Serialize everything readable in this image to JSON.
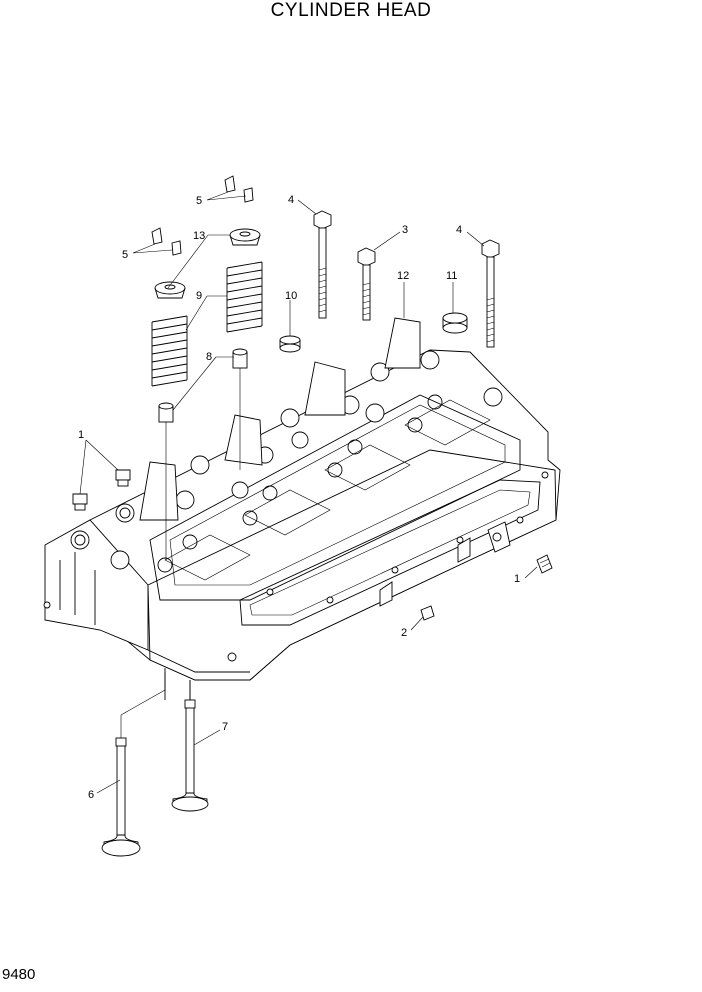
{
  "title": "CYLINDER HEAD",
  "page_number": "9480",
  "callouts": [
    "1",
    "1",
    "2",
    "3",
    "4",
    "4",
    "5",
    "5",
    "6",
    "7",
    "8",
    "9",
    "10",
    "11",
    "12",
    "13"
  ]
}
